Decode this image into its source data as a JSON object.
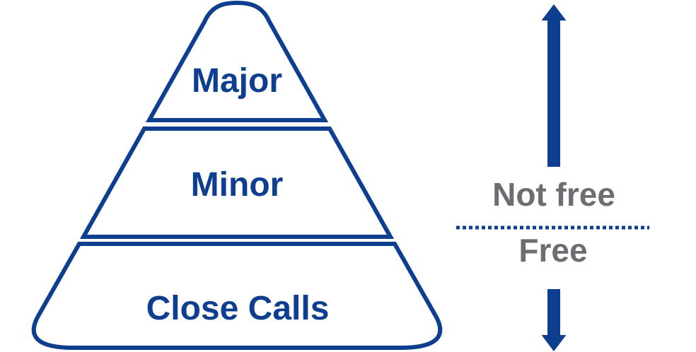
{
  "diagram": {
    "title": "incident-severity-pyramid",
    "colors": {
      "line_blue": "#0E3E90",
      "label_gray": "#6D6E72",
      "background": "#FFFFFF"
    },
    "pyramid": {
      "levels": [
        {
          "label": "Major"
        },
        {
          "label": "Minor"
        },
        {
          "label": "Close Calls"
        }
      ]
    },
    "legend": {
      "up_arrow_icon": "up-arrow-icon",
      "down_arrow_icon": "down-arrow-icon",
      "top_label": "Not free",
      "bottom_label": "Free",
      "divider_style": "dotted"
    }
  }
}
